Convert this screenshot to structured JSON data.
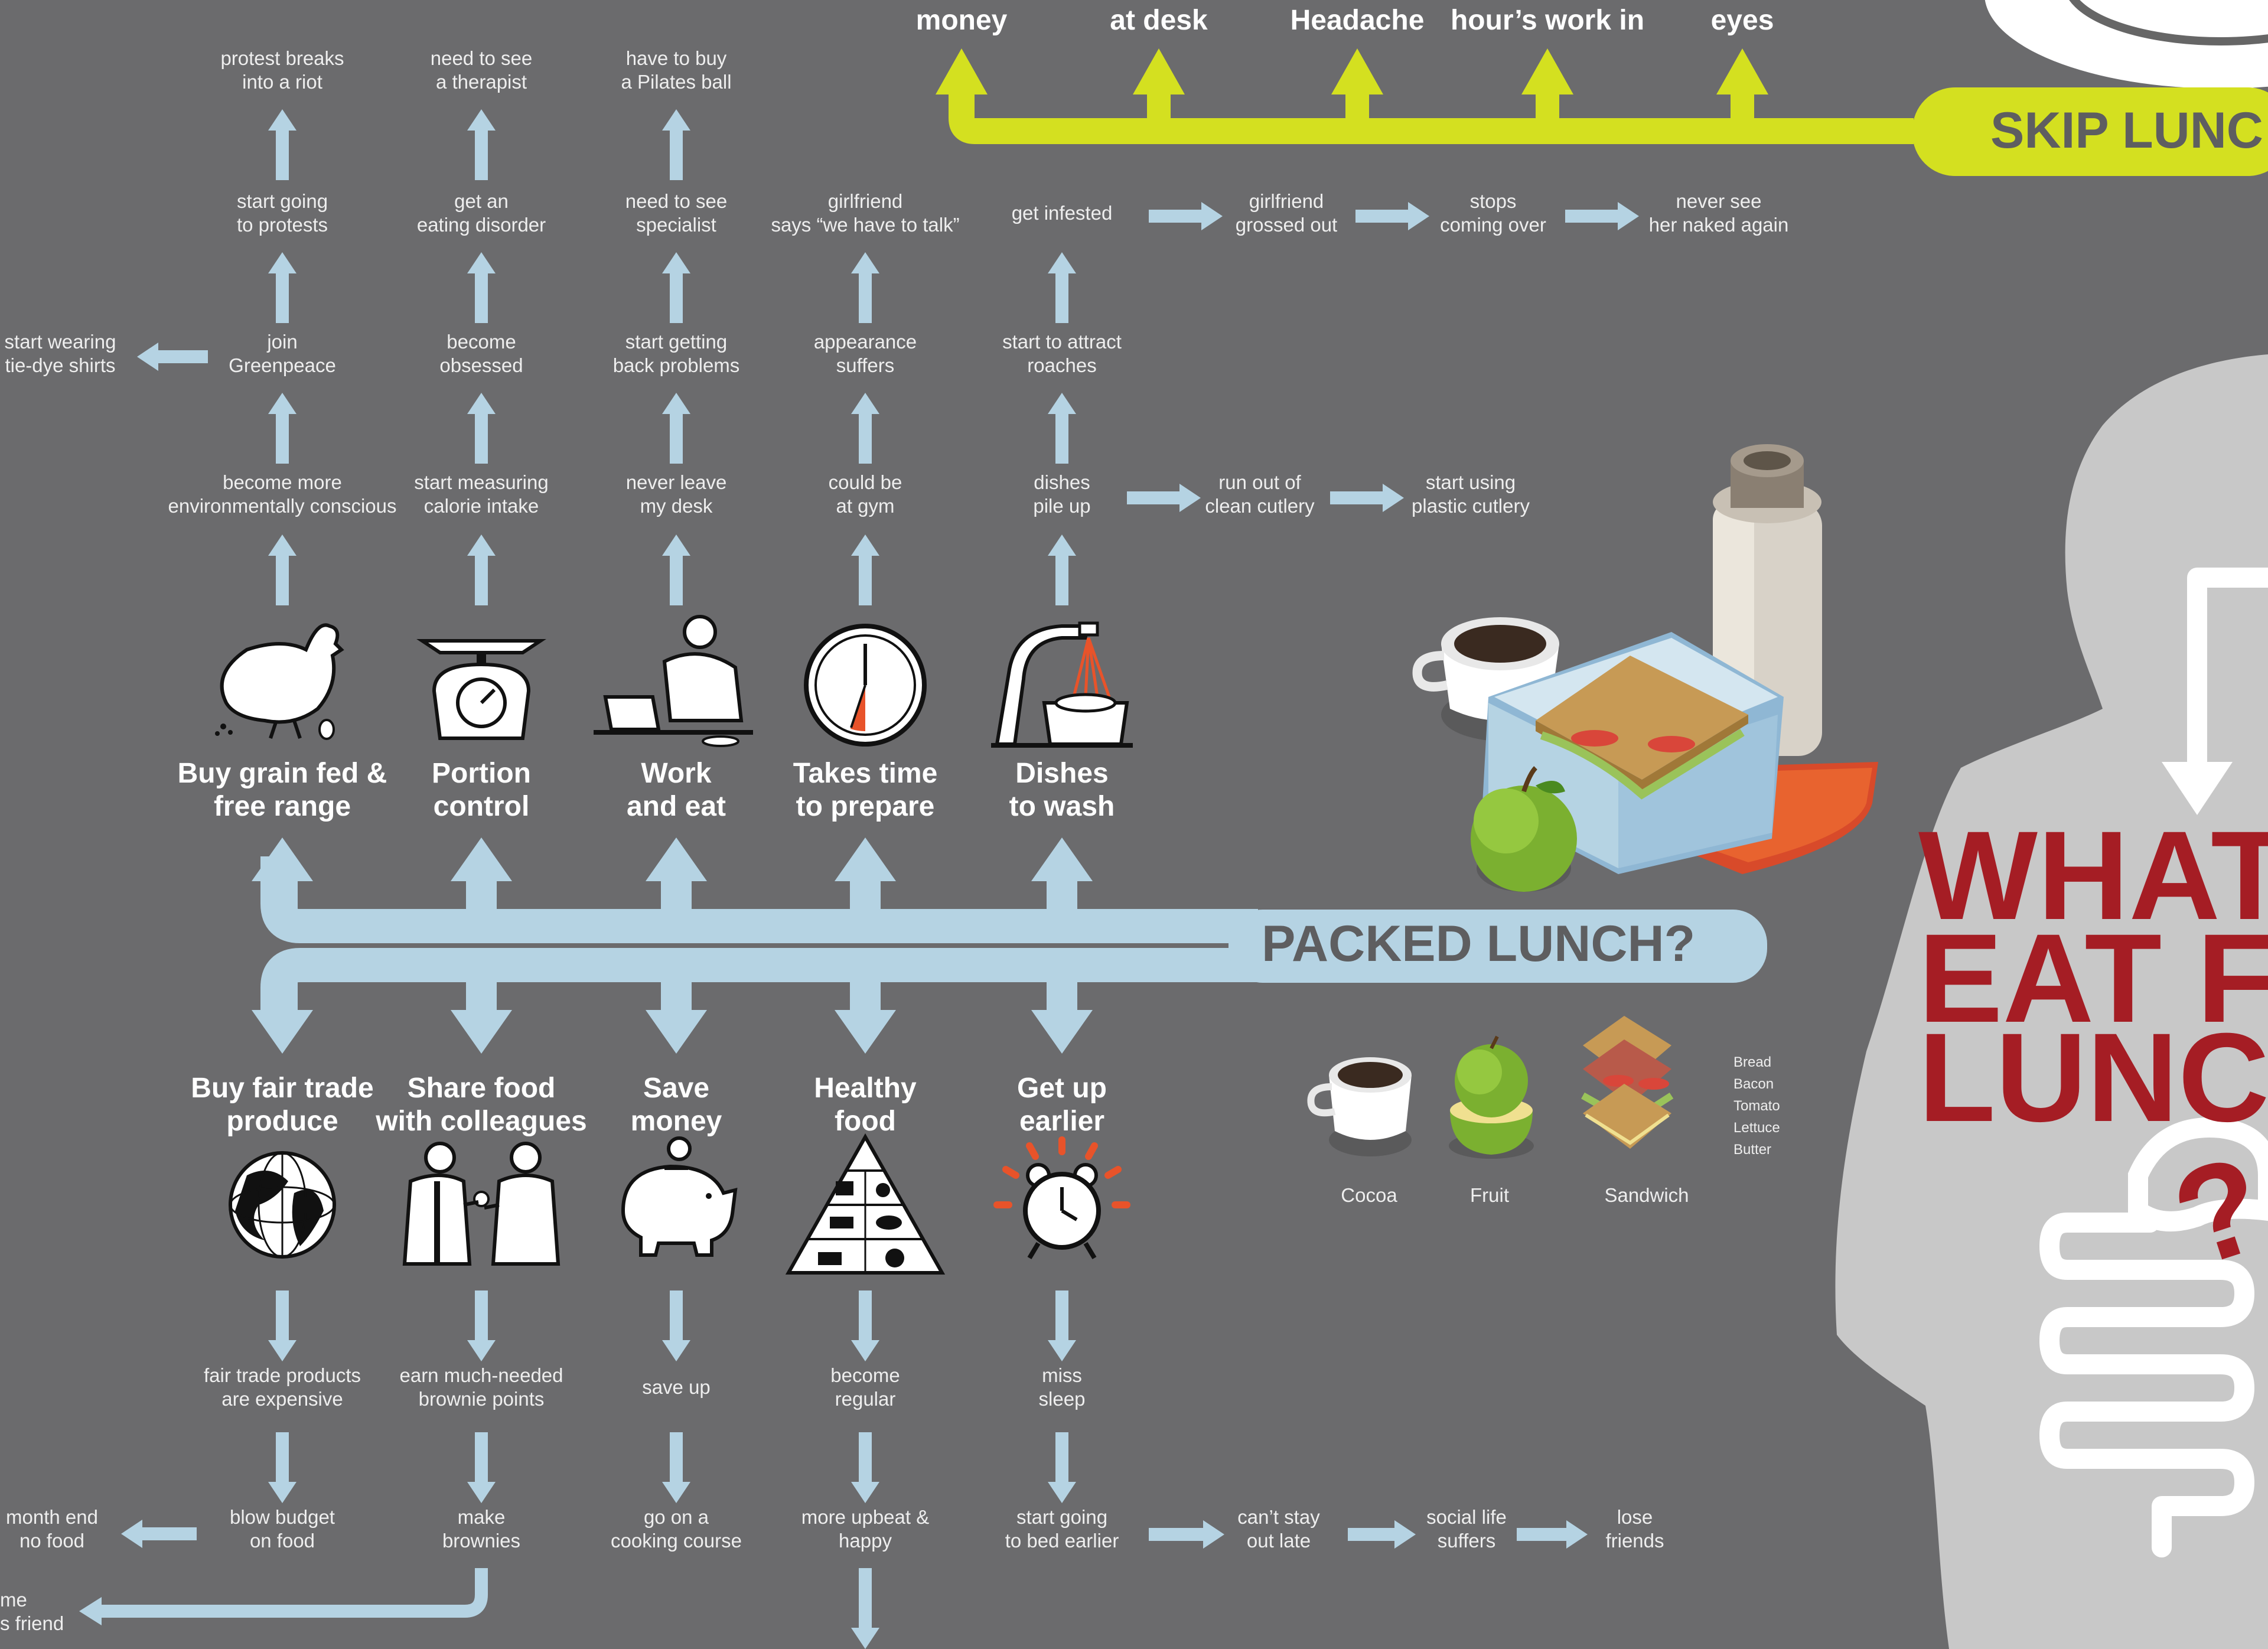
{
  "colors": {
    "background": "#6b6b6d",
    "packed_branch": "#b5d3e3",
    "skip_branch": "#d4e020",
    "silhouette": "#c8c8c8",
    "title_red": "#a51d24",
    "node_text": "#eeeeee",
    "option_text": "#ffffff"
  },
  "hubs": {
    "packed": "PACKED LUNCH?",
    "skip": "SKIP LUNC"
  },
  "title": {
    "line1": "WHAT",
    "line2": "EAT F",
    "line3": "LUNC"
  },
  "skip_options": [
    {
      "label": "money"
    },
    {
      "label": "at desk"
    },
    {
      "label": "Headache"
    },
    {
      "label": "hour’s work in"
    },
    {
      "label": "eyes"
    }
  ],
  "packed_up_options": [
    {
      "line1": "Buy grain fed &",
      "line2": "free range",
      "icon": "chicken-icon"
    },
    {
      "line1": "Portion",
      "line2": "control",
      "icon": "scale-icon"
    },
    {
      "line1": "Work",
      "line2": "and eat",
      "icon": "desk-worker-icon"
    },
    {
      "line1": "Takes time",
      "line2": "to prepare",
      "icon": "clock-icon"
    },
    {
      "line1": "Dishes",
      "line2": "to wash",
      "icon": "sink-icon"
    }
  ],
  "packed_down_options": [
    {
      "line1": "Buy fair trade",
      "line2": "produce",
      "icon": "globe-icon"
    },
    {
      "line1": "Share food",
      "line2": "with colleagues",
      "icon": "colleagues-icon"
    },
    {
      "line1": "Save",
      "line2": "money",
      "icon": "piggy-bank-icon"
    },
    {
      "line1": "Healthy",
      "line2": "food",
      "icon": "food-pyramid-icon"
    },
    {
      "line1": "Get up",
      "line2": "earlier",
      "icon": "alarm-clock-icon"
    }
  ],
  "up_columns": [
    [
      {
        "line1": "become more",
        "line2": "environmentally conscious"
      },
      {
        "line1": "join",
        "line2": "Greenpeace"
      },
      {
        "line1": "start going",
        "line2": "to protests"
      },
      {
        "line1": "protest breaks",
        "line2": "into a riot"
      }
    ],
    [
      {
        "line1": "start measuring",
        "line2": "calorie intake"
      },
      {
        "line1": "become",
        "line2": "obsessed"
      },
      {
        "line1": "get an",
        "line2": "eating disorder"
      },
      {
        "line1": "need to see",
        "line2": "a therapist"
      }
    ],
    [
      {
        "line1": "never leave",
        "line2": "my desk"
      },
      {
        "line1": "start getting",
        "line2": "back problems"
      },
      {
        "line1": "need to see",
        "line2": "specialist"
      },
      {
        "line1": "have to buy",
        "line2": "a Pilates ball"
      }
    ],
    [
      {
        "line1": "could be",
        "line2": "at gym"
      },
      {
        "line1": "appearance",
        "line2": "suffers"
      },
      {
        "line1": "girlfriend",
        "line2": "says “we have to talk”"
      }
    ],
    [
      {
        "line1": "dishes",
        "line2": "pile up"
      },
      {
        "line1": "start to attract",
        "line2": "roaches"
      },
      {
        "line1": "get infested",
        "line2": ""
      }
    ]
  ],
  "side_nodes": {
    "tie_dye": {
      "line1": "start wearing",
      "line2": "tie-dye shirts"
    },
    "infested_chain": [
      {
        "line1": "girlfriend",
        "line2": "grossed out"
      },
      {
        "line1": "stops",
        "line2": "coming over"
      },
      {
        "line1": "never see",
        "line2": "her naked again"
      }
    ],
    "dishes_chain": [
      {
        "line1": "run out of",
        "line2": "clean cutlery"
      },
      {
        "line1": "start using",
        "line2": "plastic cutlery"
      }
    ]
  },
  "down_columns": [
    [
      {
        "line1": "fair trade products",
        "line2": "are expensive"
      },
      {
        "line1": "blow budget",
        "line2": "on food"
      }
    ],
    [
      {
        "line1": "earn much-needed",
        "line2": "brownie points"
      },
      {
        "line1": "make",
        "line2": "brownies"
      }
    ],
    [
      {
        "line1": "save up",
        "line2": ""
      },
      {
        "line1": "go on a",
        "line2": "cooking course"
      }
    ],
    [
      {
        "line1": "become",
        "line2": "regular"
      },
      {
        "line1": "more upbeat &",
        "line2": "happy"
      }
    ],
    [
      {
        "line1": "miss",
        "line2": "sleep"
      },
      {
        "line1": "start going",
        "line2": "to bed earlier"
      }
    ]
  ],
  "bottom_side_nodes": {
    "month_end": {
      "line1": "month end",
      "line2": "no food"
    },
    "partial": {
      "line1": "me",
      "line2": "s friend"
    },
    "sleep_chain": [
      {
        "line1": "can’t stay",
        "line2": "out late"
      },
      {
        "line1": "social life",
        "line2": "suffers"
      },
      {
        "line1": "lose",
        "line2": "friends"
      }
    ]
  },
  "legend": {
    "items": [
      {
        "label": "Cocoa",
        "icon": "cocoa-mug-icon"
      },
      {
        "label": "Fruit",
        "icon": "apple-icon"
      },
      {
        "label": "Sandwich",
        "icon": "sandwich-icon"
      }
    ],
    "sandwich_parts": [
      "Bread",
      "Bacon",
      "Tomato",
      "Lettuce",
      "Butter"
    ]
  }
}
